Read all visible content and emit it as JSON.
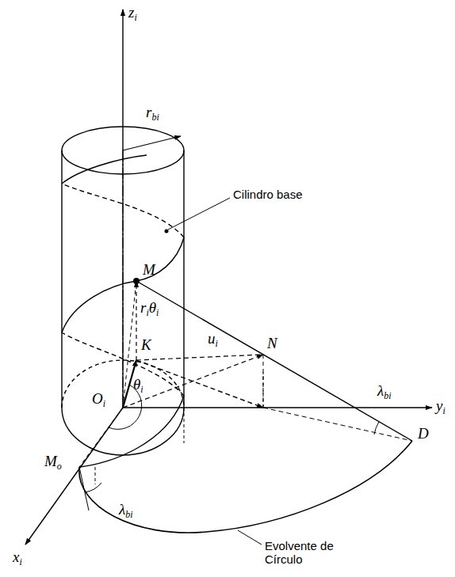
{
  "diagram": {
    "labels": [
      "zi",
      "rbi",
      "Cilindro base",
      "M",
      "riθi",
      "ui",
      "N",
      "K",
      "θi",
      "λbi",
      "yi",
      "Oi",
      "D",
      "Mo",
      "λbi",
      "xi",
      "Evolvente de Círculo"
    ]
  }
}
